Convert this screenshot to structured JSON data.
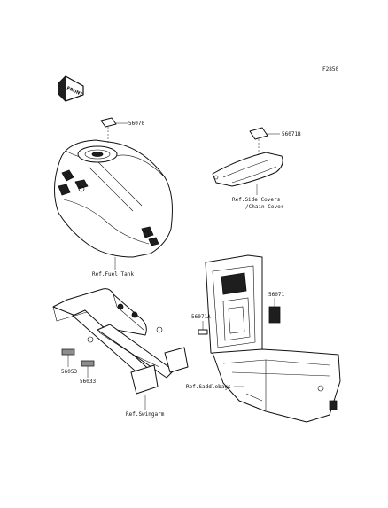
{
  "figure_code": "F2850",
  "front_badge": "FRONT",
  "parts": {
    "p56070": "56070",
    "p56071B": "56071B",
    "p56071": "56071",
    "p56071A": "56071A",
    "p56053": "56053",
    "p56033": "56033"
  },
  "refs": {
    "fuel_tank": "Ref.Fuel Tank",
    "side_covers_line1": "Ref.Side Covers",
    "side_covers_line2": "/Chain Cover",
    "saddlebags": "Ref.Saddlebags",
    "swingarm": "Ref.Swingarm"
  },
  "colors": {
    "line": "#111111",
    "fill_dark": "#1e1e1e",
    "fill_grey": "#8d8d8d"
  }
}
